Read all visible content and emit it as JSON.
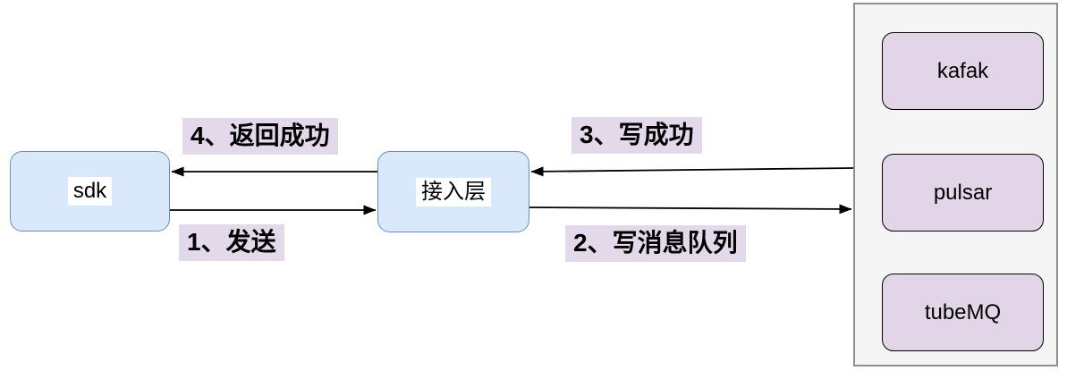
{
  "diagram": {
    "type": "message-flow-diagram",
    "nodes": {
      "sdk": {
        "label": "sdk"
      },
      "access_layer": {
        "label": "接入层"
      },
      "mq_container": {
        "items": [
          {
            "label": "kafak"
          },
          {
            "label": "pulsar"
          },
          {
            "label": "tubeMQ"
          }
        ]
      }
    },
    "edges": [
      {
        "label": "1、发送",
        "from": "sdk",
        "to": "access_layer",
        "direction": "right"
      },
      {
        "label": "2、写消息队列",
        "from": "access_layer",
        "to": "mq_container",
        "direction": "right"
      },
      {
        "label": "3、写成功",
        "from": "mq_container",
        "to": "access_layer",
        "direction": "left"
      },
      {
        "label": "4、返回成功",
        "from": "access_layer",
        "to": "sdk",
        "direction": "left"
      }
    ]
  },
  "colors": {
    "background": "#ffffff",
    "node_fill_blue": "#dae8fc",
    "node_border_blue": "#6c8ebf",
    "node_fill_purple": "#e1d5e7",
    "node_border_dark": "#000000",
    "container_fill": "#f5f5f5",
    "container_border": "#8f8f8f",
    "label_highlight": "#e3d9eb",
    "arrow": "#000000"
  }
}
